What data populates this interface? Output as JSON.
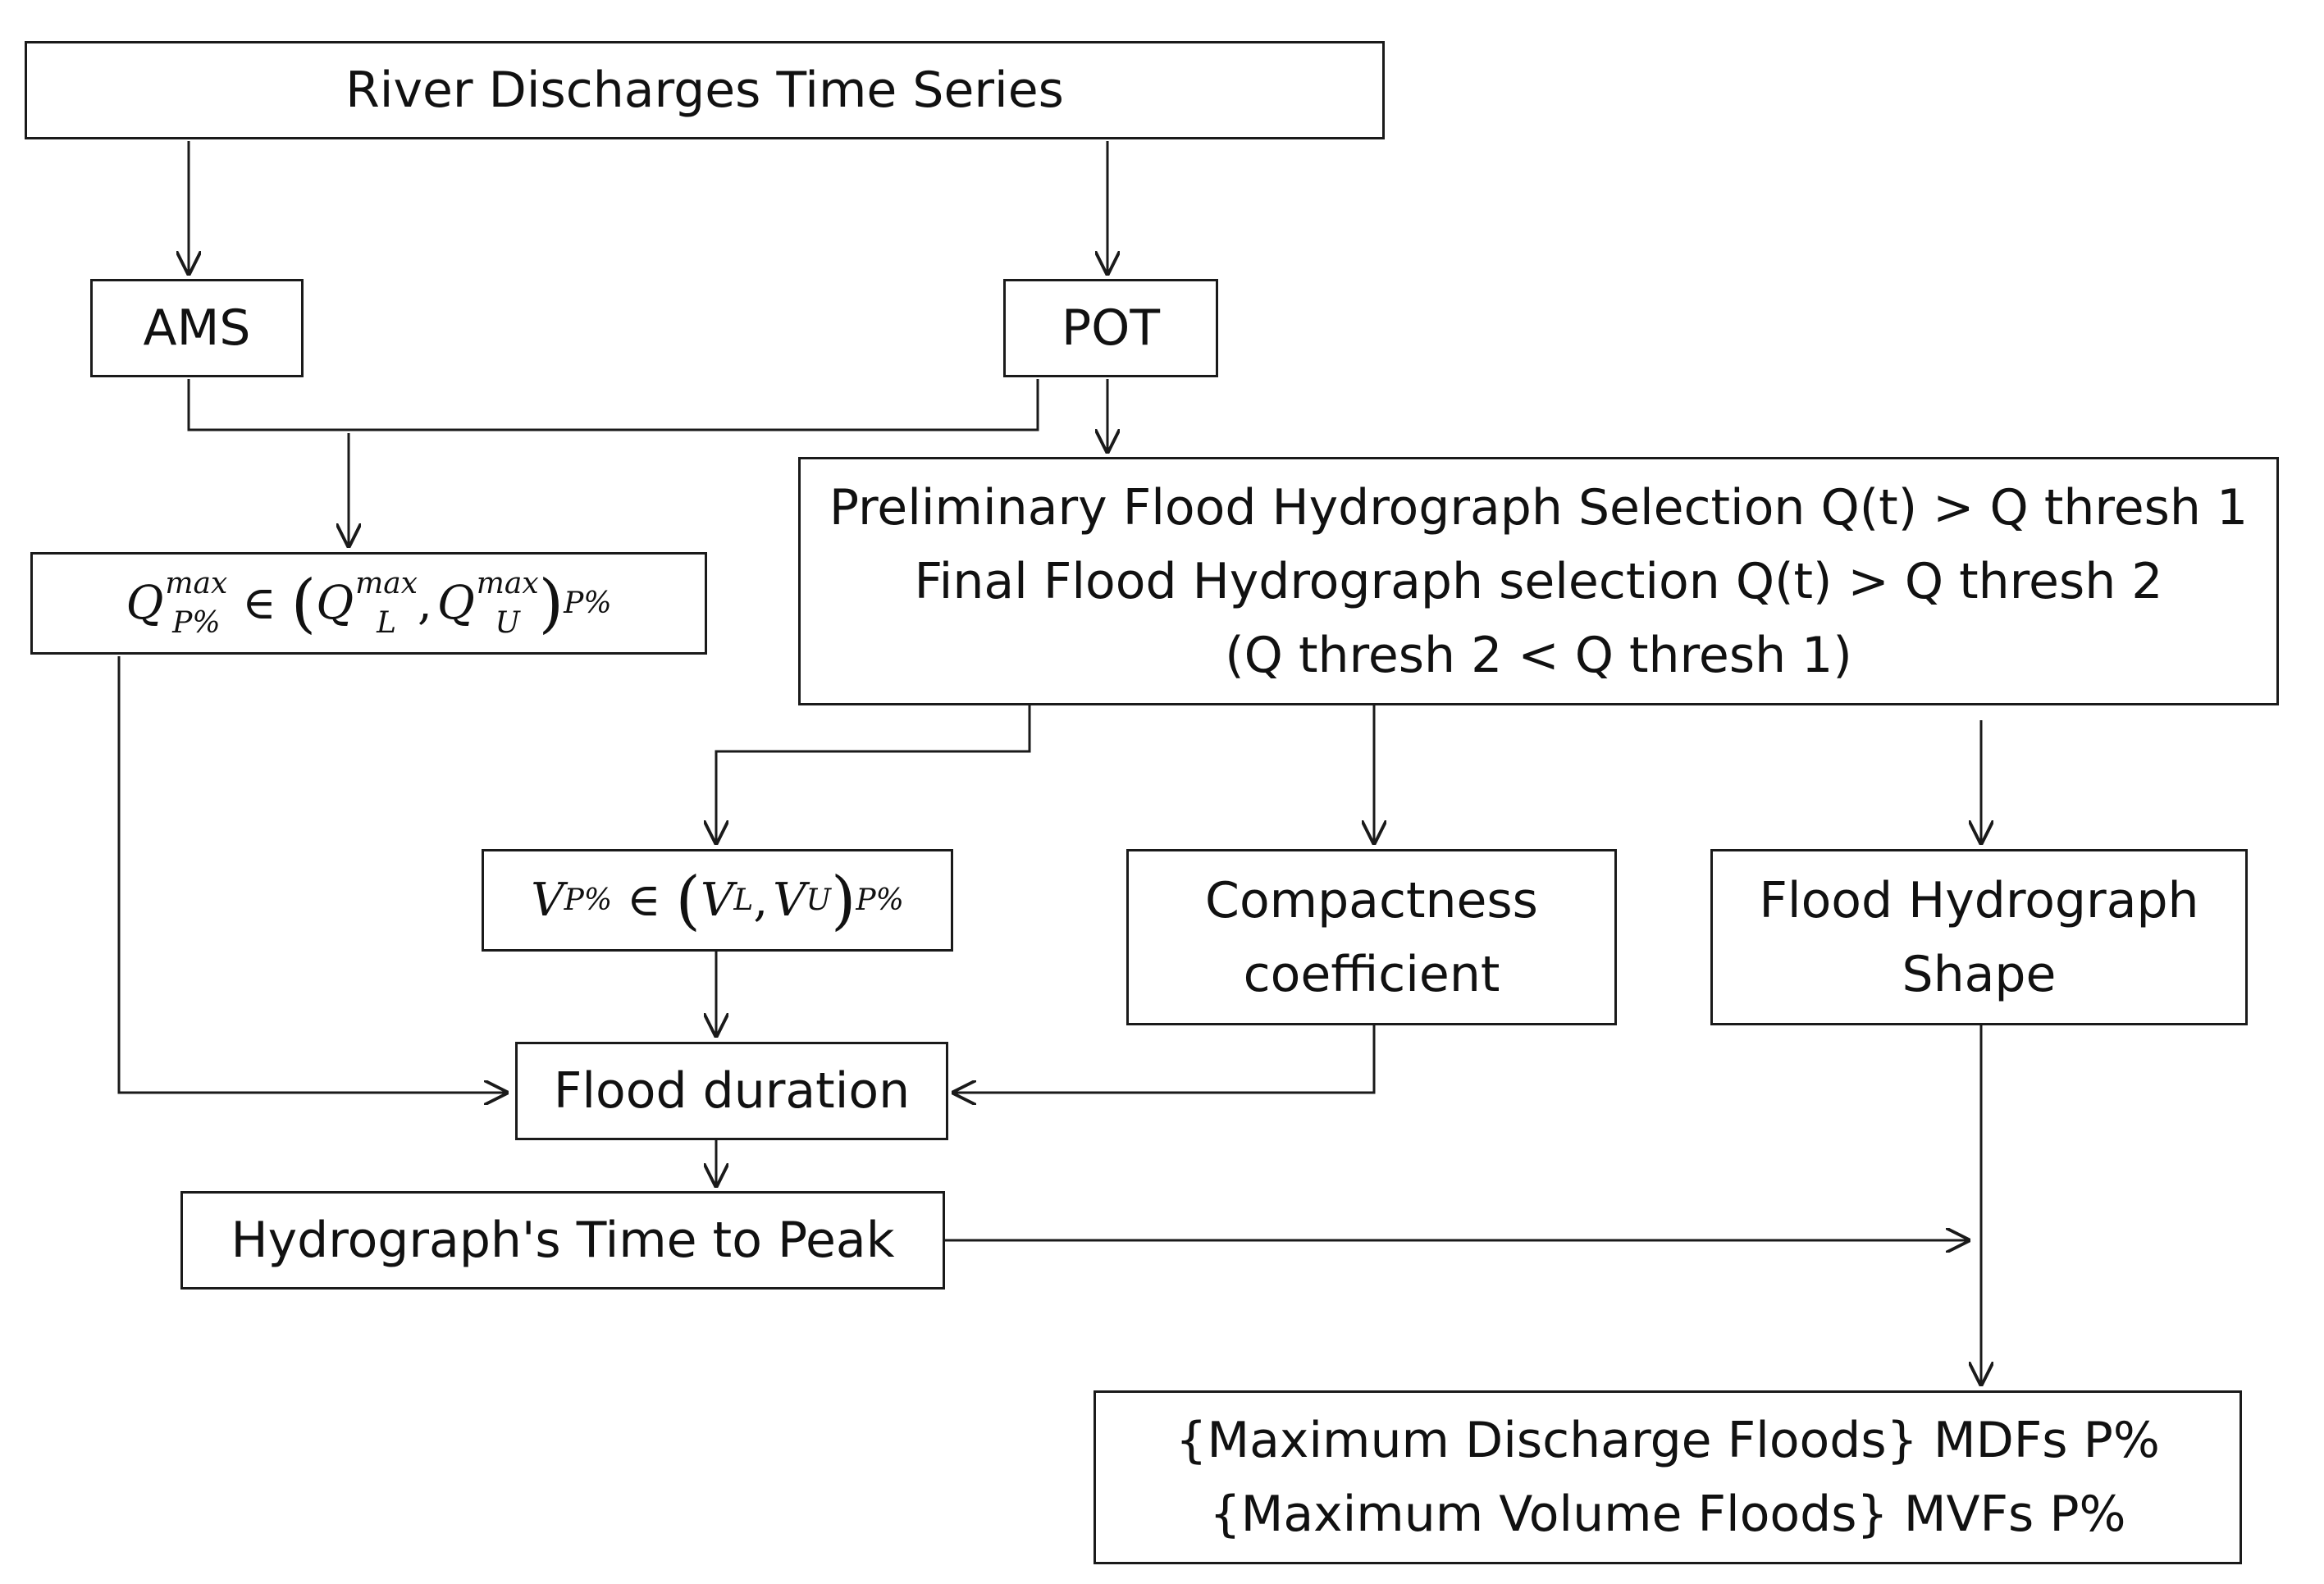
{
  "nodes": {
    "river": "River Discharges Time Series",
    "ams": "AMS",
    "pot": "POT",
    "qmax": {
      "sym": "Q",
      "sub": "P%",
      "sup": "max",
      "in": "∈",
      "l_sym": "Q",
      "l_sub": "L",
      "l_sup": "max",
      "comma": ",",
      "u_sym": "Q",
      "u_sub": "U",
      "u_sup": "max",
      "outer_sub": "P%"
    },
    "selection": {
      "line1": "Preliminary Flood Hydrograph Selection Q(t) > Q thresh 1",
      "line2": "Final Flood Hydrograph selection Q(t) > Q thresh 2",
      "line3": "(Q thresh 2 < Q thresh 1)"
    },
    "vp": {
      "sym": "V",
      "sub": "P%",
      "in": "∈",
      "l_sym": "V",
      "l_sub": "L",
      "comma": ",",
      "u_sym": "V",
      "u_sub": "U",
      "outer_sub": "P%"
    },
    "compact": {
      "line1": "Compactness",
      "line2": "coefficient"
    },
    "shape": {
      "line1": "Flood Hydrograph",
      "line2": "Shape"
    },
    "duration": "Flood duration",
    "peak": "Hydrograph's Time to Peak",
    "result": {
      "line1": "{Maximum Discharge Floods} MDFs P%",
      "line2": "{Maximum Volume Floods} MVFs P%"
    }
  }
}
